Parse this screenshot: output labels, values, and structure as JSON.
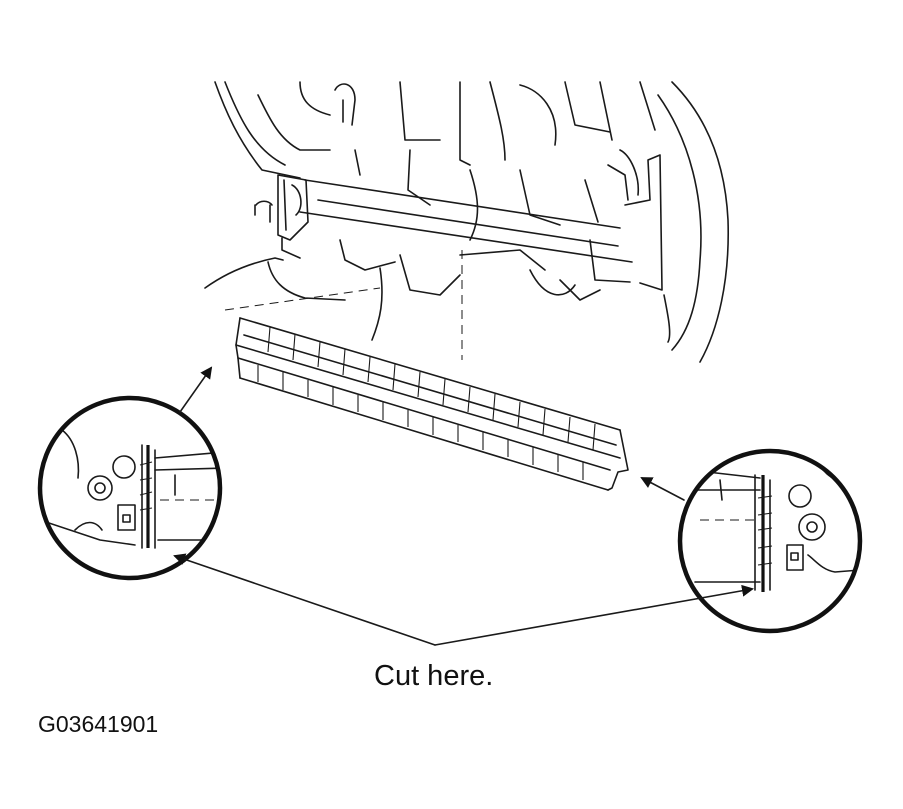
{
  "figure": {
    "callout_text": "Cut here.",
    "figure_code": "G03641901"
  },
  "parts": {
    "vehicle_underbody": "vehicle-underbody-drawing",
    "sill_panel": "rocker-sill-panel",
    "left_detail": "left-magnified-cut-detail",
    "right_detail": "right-magnified-cut-detail"
  },
  "colors": {
    "line": "#1a1a1a",
    "background": "#ffffff"
  }
}
